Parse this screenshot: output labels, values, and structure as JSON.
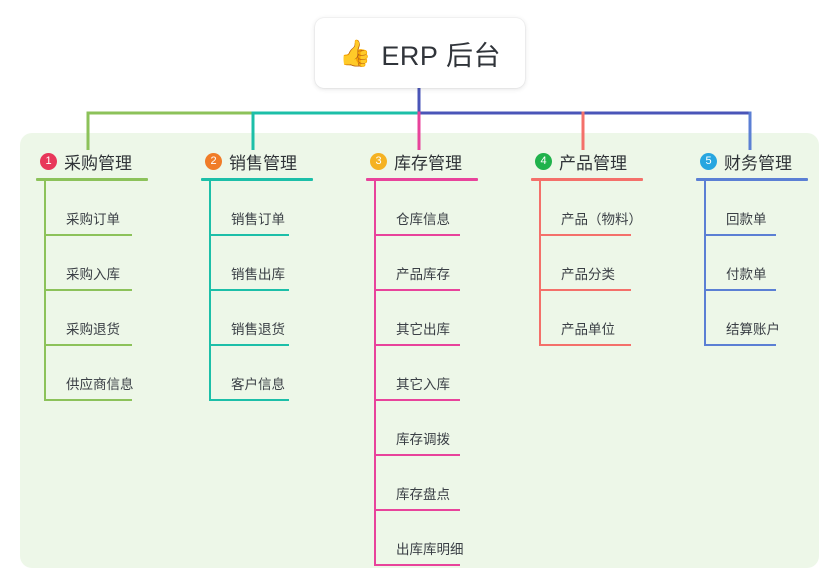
{
  "root": {
    "icon": "thumbs-up-icon",
    "emoji": "👍",
    "title": "ERP 后台"
  },
  "theme": {
    "panel_bg": "#edf7e8",
    "card_bg": "#ffffff",
    "text": "#2f3337",
    "trunk": "#4a55b8"
  },
  "branches": [
    {
      "number": "1",
      "title": "采购管理",
      "badge_color": "#e8375a",
      "line_color": "#8cc25a",
      "items": [
        {
          "label": "采购订单"
        },
        {
          "label": "采购入库"
        },
        {
          "label": "采购退货"
        },
        {
          "label": "供应商信息"
        }
      ]
    },
    {
      "number": "2",
      "title": "销售管理",
      "badge_color": "#f07c28",
      "line_color": "#1cbfa8",
      "items": [
        {
          "label": "销售订单"
        },
        {
          "label": "销售出库"
        },
        {
          "label": "销售退货"
        },
        {
          "label": "客户信息"
        }
      ]
    },
    {
      "number": "3",
      "title": "库存管理",
      "badge_color": "#f5b222",
      "line_color": "#e8439b",
      "items": [
        {
          "label": "仓库信息"
        },
        {
          "label": "产品库存"
        },
        {
          "label": "其它出库"
        },
        {
          "label": "其它入库"
        },
        {
          "label": "库存调拨"
        },
        {
          "label": "库存盘点"
        },
        {
          "label": "出库库明细"
        }
      ]
    },
    {
      "number": "4",
      "title": "产品管理",
      "badge_color": "#20b24c",
      "line_color": "#f4706a",
      "items": [
        {
          "label": "产品（物料）"
        },
        {
          "label": "产品分类"
        },
        {
          "label": "产品单位"
        }
      ]
    },
    {
      "number": "5",
      "title": "财务管理",
      "badge_color": "#27a6e0",
      "line_color": "#5b7fd4",
      "items": [
        {
          "label": "回款单"
        },
        {
          "label": "付款单"
        },
        {
          "label": "结算账户"
        }
      ]
    }
  ]
}
